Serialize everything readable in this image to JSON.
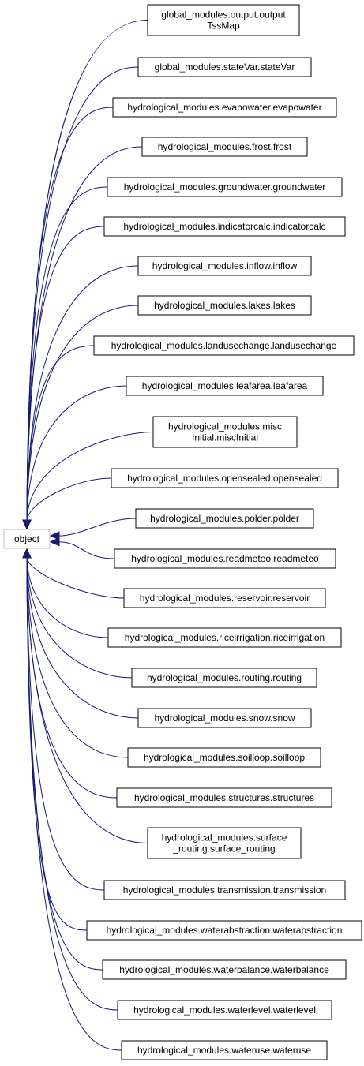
{
  "diagram": {
    "type": "inheritance-graph",
    "root": {
      "label": "object"
    },
    "classes": [
      {
        "lines": [
          "global_modules.output.output",
          "TssMap"
        ]
      },
      {
        "lines": [
          "global_modules.stateVar.stateVar"
        ]
      },
      {
        "lines": [
          "hydrological_modules.evapowater.evapowater"
        ]
      },
      {
        "lines": [
          "hydrological_modules.frost.frost"
        ]
      },
      {
        "lines": [
          "hydrological_modules.groundwater.groundwater"
        ]
      },
      {
        "lines": [
          "hydrological_modules.indicatorcalc.indicatorcalc"
        ]
      },
      {
        "lines": [
          "hydrological_modules.inflow.inflow"
        ]
      },
      {
        "lines": [
          "hydrological_modules.lakes.lakes"
        ]
      },
      {
        "lines": [
          "hydrological_modules.landusechange.landusechange"
        ]
      },
      {
        "lines": [
          "hydrological_modules.leafarea.leafarea"
        ]
      },
      {
        "lines": [
          "hydrological_modules.misc",
          "Initial.miscInitial"
        ]
      },
      {
        "lines": [
          "hydrological_modules.opensealed.opensealed"
        ]
      },
      {
        "lines": [
          "hydrological_modules.polder.polder"
        ]
      },
      {
        "lines": [
          "hydrological_modules.readmeteo.readmeteo"
        ]
      },
      {
        "lines": [
          "hydrological_modules.reservoir.reservoir"
        ]
      },
      {
        "lines": [
          "hydrological_modules.riceirrigation.riceirrigation"
        ]
      },
      {
        "lines": [
          "hydrological_modules.routing.routing"
        ]
      },
      {
        "lines": [
          "hydrological_modules.snow.snow"
        ]
      },
      {
        "lines": [
          "hydrological_modules.soilloop.soilloop"
        ]
      },
      {
        "lines": [
          "hydrological_modules.structures.structures"
        ]
      },
      {
        "lines": [
          "hydrological_modules.surface",
          "_routing.surface_routing"
        ]
      },
      {
        "lines": [
          "hydrological_modules.transmission.transmission"
        ]
      },
      {
        "lines": [
          "hydrological_modules.waterabstraction.waterabstraction"
        ]
      },
      {
        "lines": [
          "hydrological_modules.waterbalance.waterbalance"
        ]
      },
      {
        "lines": [
          "hydrological_modules.waterlevel.waterlevel"
        ]
      },
      {
        "lines": [
          "hydrological_modules.wateruse.wateruse"
        ]
      }
    ],
    "colors": {
      "edge": "#191970",
      "node_border": "#000000",
      "root_border": "#bfbfbf",
      "background": "#ffffff"
    }
  }
}
